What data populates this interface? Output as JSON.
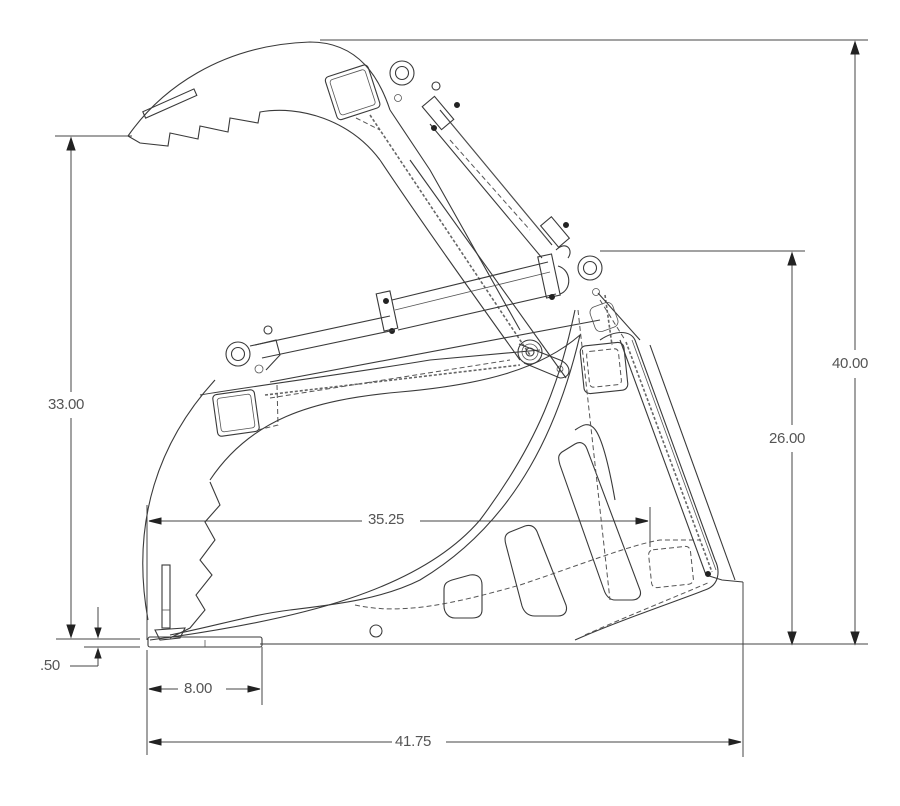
{
  "drawing": {
    "subject": "grapple bucket side elevation",
    "line_color": "#3a3a3a",
    "label_color": "#555555"
  },
  "dimensions": {
    "overall_height": {
      "label": "40.00",
      "orientation": "vertical"
    },
    "pivot_height": {
      "label": "26.00",
      "orientation": "vertical"
    },
    "tine_tip_height": {
      "label": "33.00",
      "orientation": "vertical"
    },
    "opening_depth": {
      "label": "35.25",
      "orientation": "horizontal"
    },
    "overall_length": {
      "label": "41.75",
      "orientation": "horizontal"
    },
    "cutting_edge_length": {
      "label": "8.00",
      "orientation": "horizontal"
    },
    "cutting_edge_thickness": {
      "label": ".50",
      "orientation": "vertical"
    }
  }
}
